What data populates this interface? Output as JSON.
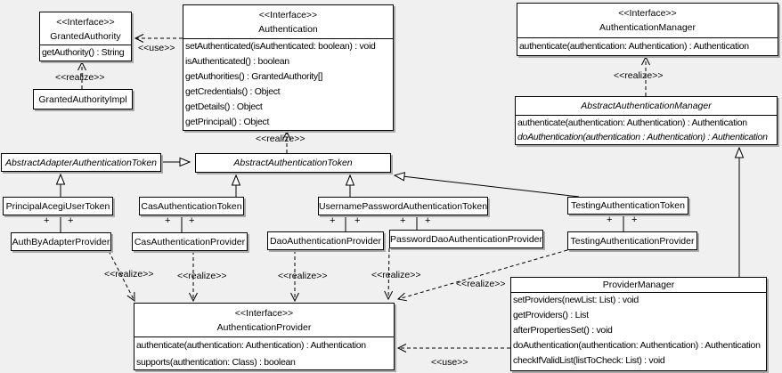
{
  "colors": {
    "background": "#f0f0f0",
    "box_fill": "#ffffff",
    "line": "#000000",
    "shadow": "#aaaaaa"
  },
  "labels": {
    "realize": "<<realize>>",
    "use": "<<use>>",
    "plus": "+"
  },
  "classes": {
    "granted_authority": {
      "stereotype": "<<Interface>>",
      "name": "GrantedAuthority",
      "methods": [
        "getAuthority() : String"
      ]
    },
    "granted_authority_impl": {
      "name": "GrantedAuthorityImpl"
    },
    "authentication": {
      "stereotype": "<<Interface>>",
      "name": "Authentication",
      "methods": [
        "setAuthenticated(isAuthenticated: boolean) : void",
        "isAuthenticated() : boolean",
        "getAuthorities() : GrantedAuthority[]",
        "getCredentials() : Object",
        "getDetails() : Object",
        "getPrincipal() : Object"
      ]
    },
    "authentication_manager": {
      "stereotype": "<<Interface>>",
      "name": "AuthenticationManager",
      "methods": [
        "authenticate(authentication: Authentication) : Authentication"
      ]
    },
    "abstract_authentication_manager": {
      "name": "AbstractAuthenticationManager",
      "methods": [
        "authenticate(authentication: Authentication) : Authentication",
        "doAuthentication(authentication : Authentication) : Authentication"
      ]
    },
    "abstract_adapter_authentication_token": {
      "name": "AbstractAdapterAuthenticationToken"
    },
    "abstract_authentication_token": {
      "name": "AbstractAuthenticationToken"
    },
    "principal_acegi_user_token": {
      "name": "PrincipalAcegiUserToken"
    },
    "cas_authentication_token": {
      "name": "CasAuthenticationToken"
    },
    "username_password_authentication_token": {
      "name": "UsernamePasswordAuthenticationToken"
    },
    "testing_authentication_token": {
      "name": "TestingAuthenticationToken"
    },
    "auth_by_adapter_provider": {
      "name": "AuthByAdapterProvider"
    },
    "cas_authentication_provider": {
      "name": "CasAuthenticationProvider"
    },
    "dao_authentication_provider": {
      "name": "DaoAuthenticationProvider"
    },
    "password_dao_authentication_provider": {
      "name": "PasswordDaoAuthenticationProvider"
    },
    "testing_authentication_provider": {
      "name": "TestingAuthenticationProvider"
    },
    "authentication_provider": {
      "stereotype": "<<Interface>>",
      "name": "AuthenticationProvider",
      "methods": [
        "authenticate(authentication: Authentication) : Authentication",
        "supports(authentication: Class) : boolean"
      ]
    },
    "provider_manager": {
      "name": "ProviderManager",
      "methods": [
        "setProviders(newList: List) : void",
        "getProviders() : List",
        "afterPropertiesSet() : void",
        "doAuthentication(authentication: Authentication) : Authentication",
        "checkIfValidList(listToCheck: List) : void"
      ]
    }
  }
}
